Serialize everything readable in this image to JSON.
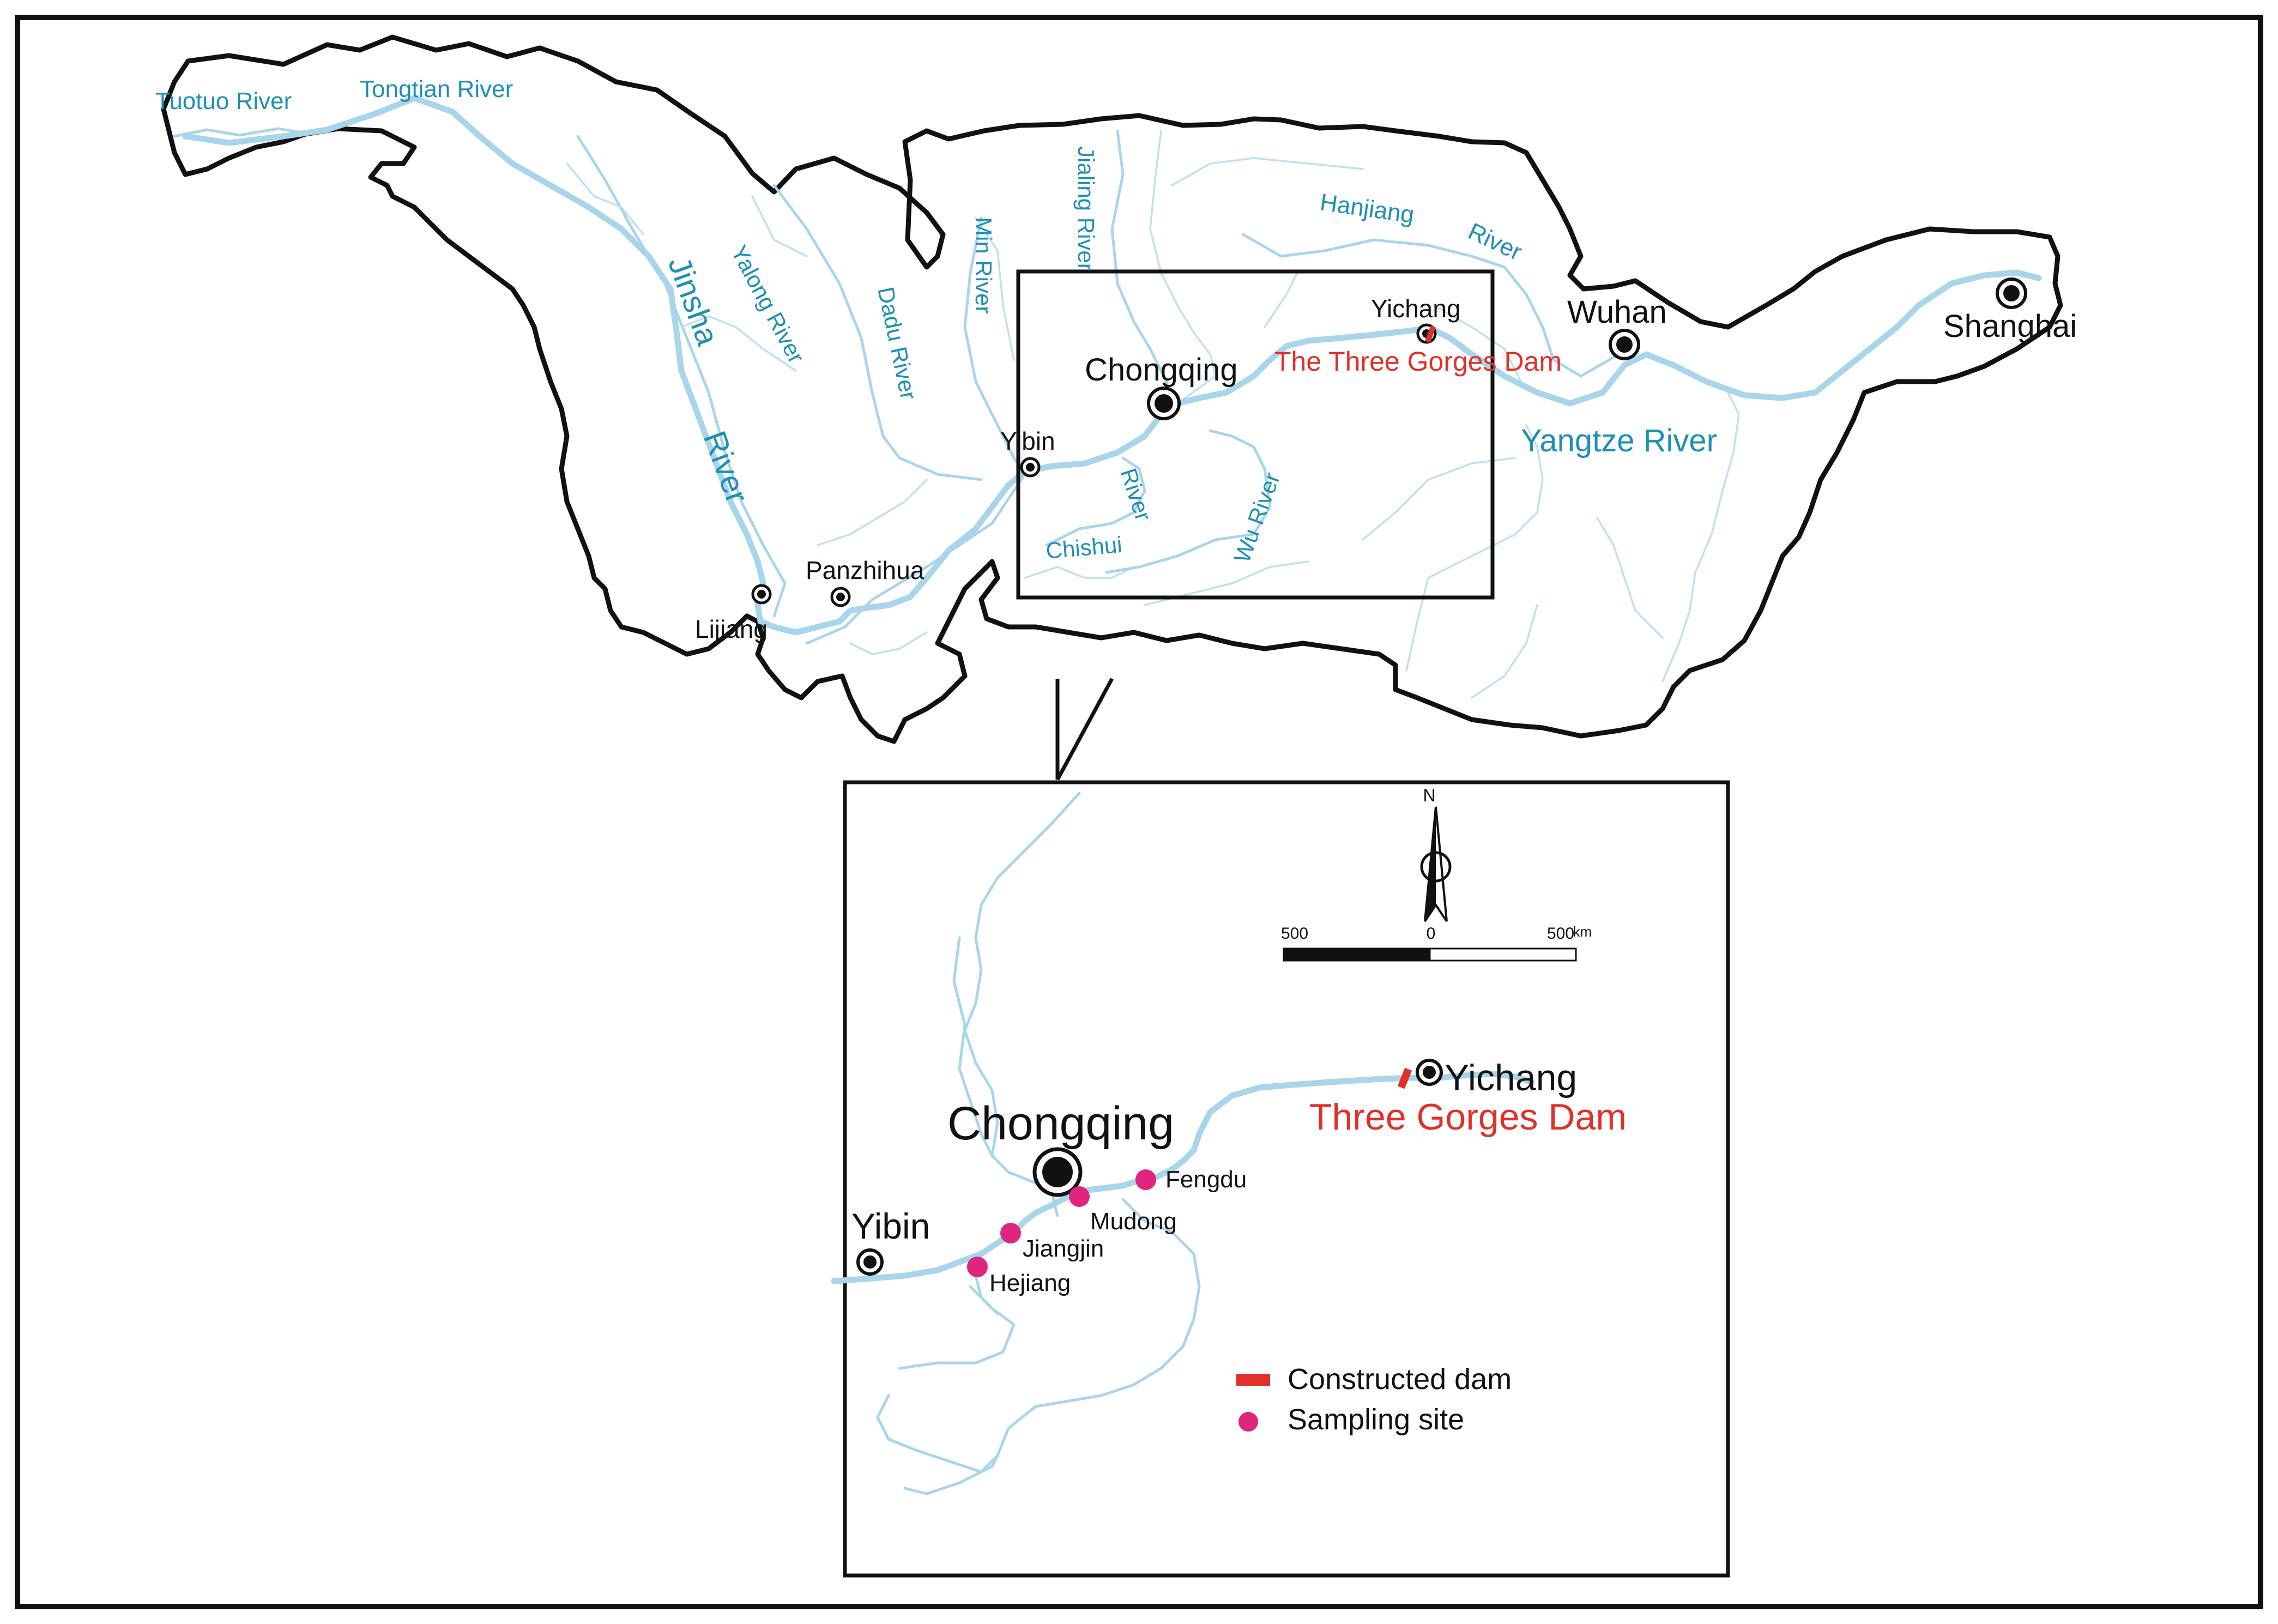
{
  "overview": {
    "rivers": {
      "tuotuo": "Tuotuo River",
      "tongtian": "Tongtian River",
      "jinsha_1": "Jinsha",
      "jinsha_2": "River",
      "yalong": "Yalong River",
      "dadu": "Dadu River",
      "min": "Min River",
      "jialing": "Jialing River",
      "hanjiang_1": "Hanjiang",
      "hanjiang_2": "River",
      "yangtze": "Yangtze River",
      "chishui_1": "Chishui",
      "chishui_2": "River",
      "wu": "Wu River"
    },
    "cities": {
      "yichang": "Yichang",
      "wuhan": "Wuhan",
      "shanghai": "Shanghai",
      "chongqing": "Chongqing",
      "yibin": "Yibin",
      "panzhihua": "Panzhihua",
      "lijiang": "Lijiang"
    },
    "dam_label": "The Three Gorges Dam"
  },
  "inset": {
    "north": "N",
    "scale": {
      "left": "500",
      "center": "0",
      "right": "500",
      "unit": "km"
    },
    "cities": {
      "chongqing": "Chongqing",
      "yibin": "Yibin",
      "yichang": "Yichang"
    },
    "dam_label": "Three Gorges Dam",
    "sites": {
      "fengdu": "Fengdu",
      "mudong": "Mudong",
      "jiangjin": "Jiangjin",
      "hejiang": "Hejiang"
    },
    "legend": {
      "dam": "Constructed dam",
      "site": "Sampling site"
    }
  },
  "colors": {
    "river": "#a8d5ea",
    "river_label": "#1e8fb5",
    "dam": "#e0302a",
    "sampling_site": "#e0257e",
    "outline": "#111111"
  }
}
